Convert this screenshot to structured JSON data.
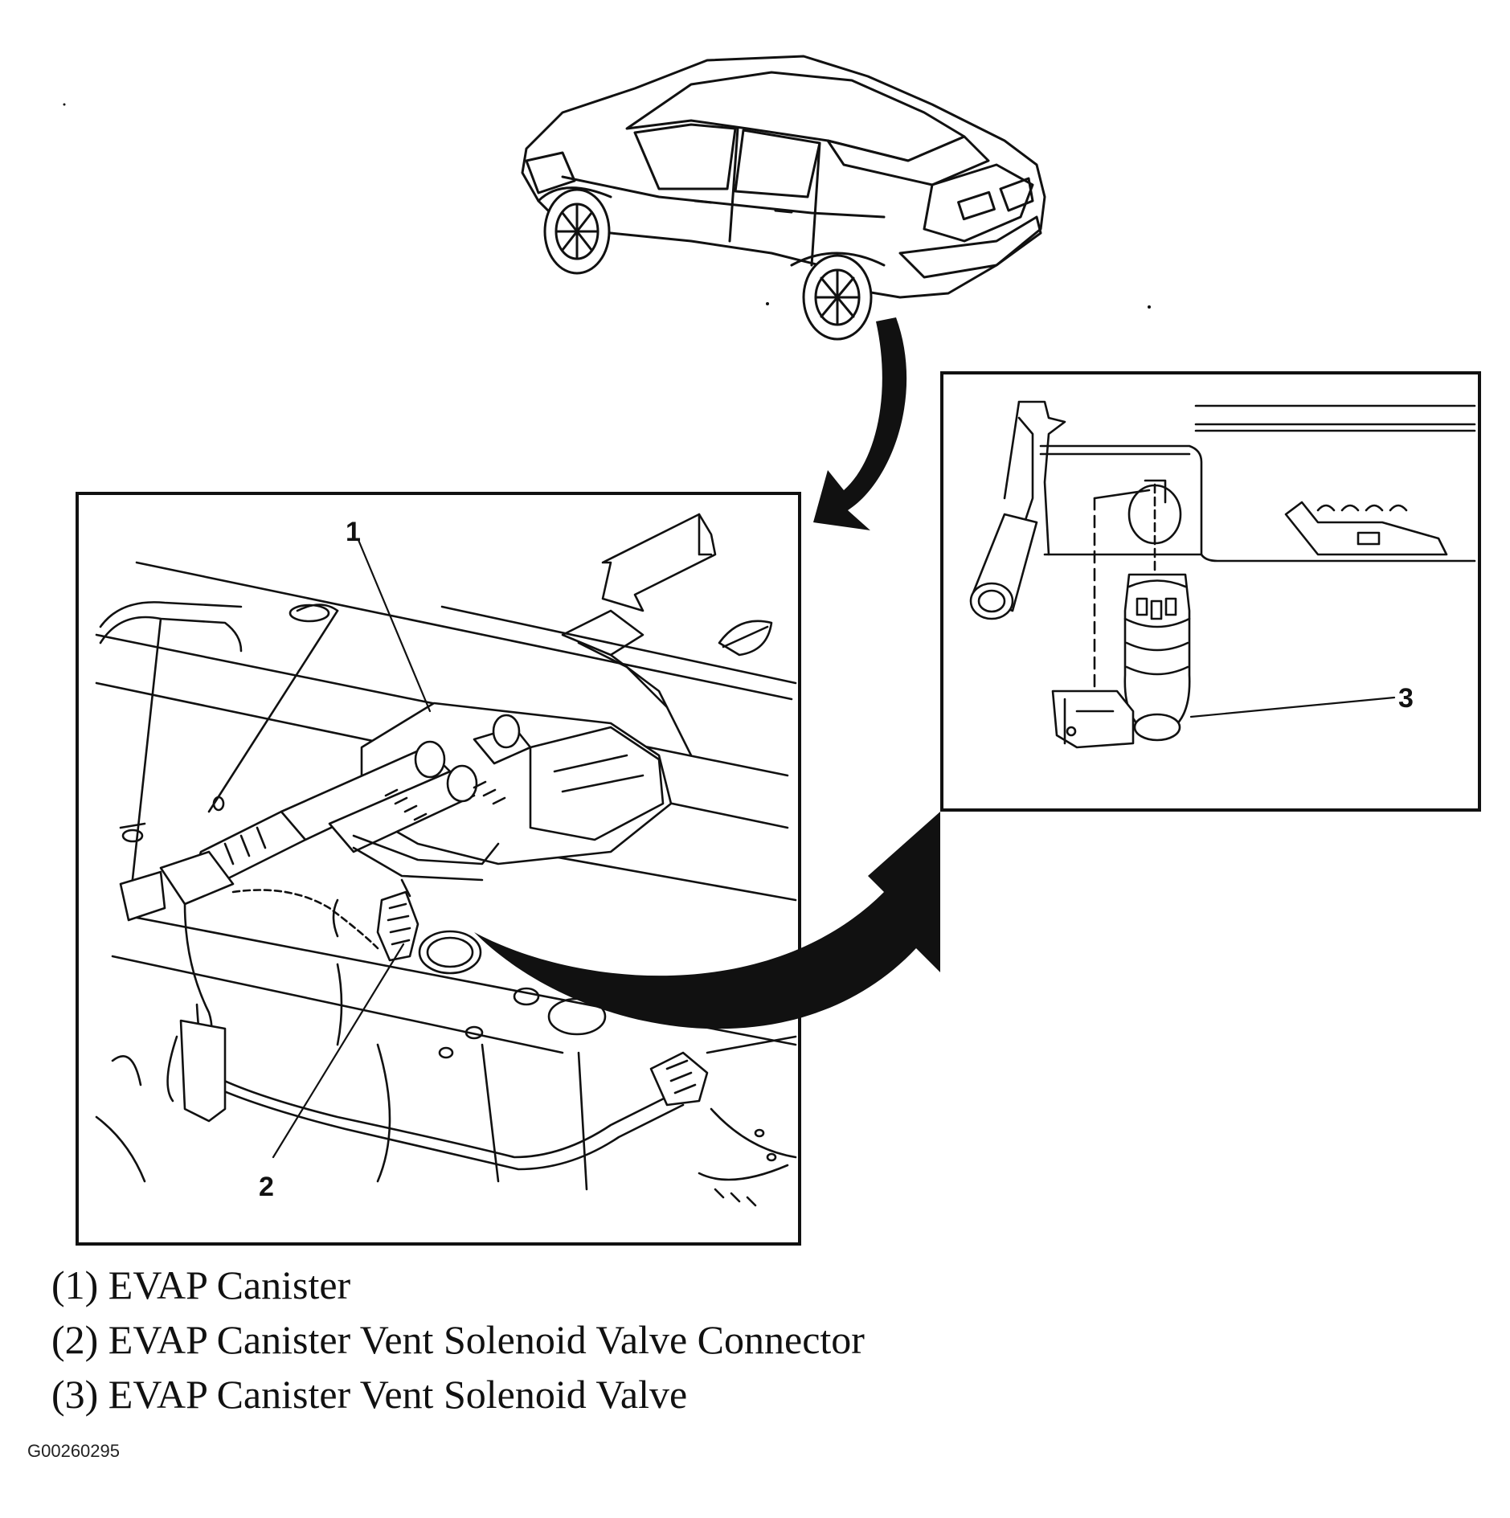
{
  "callouts": [
    {
      "number": "1"
    },
    {
      "number": "2"
    },
    {
      "number": "3"
    }
  ],
  "legend": [
    {
      "text": "(1) EVAP Canister"
    },
    {
      "text": "(2) EVAP Canister Vent Solenoid Valve Connector"
    },
    {
      "text": "(3) EVAP Canister Vent Solenoid Valve"
    }
  ],
  "figure_id": "G00260295",
  "colors": {
    "ink": "#111111",
    "paper": "#ffffff",
    "shade": "#d9d9d9"
  }
}
